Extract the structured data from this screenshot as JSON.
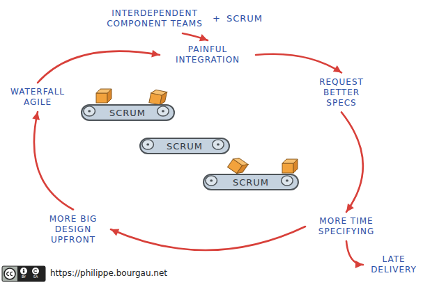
{
  "diagram": {
    "nodes": [
      {
        "text": [
          "INTERDEPENDENT COMPONENT TEAMS",
          "+",
          "SCRUM"
        ]
      },
      {
        "text": [
          "PAINFUL INTEGRATION"
        ]
      },
      {
        "text": [
          "REQUEST BETTER SPECS"
        ]
      },
      {
        "text": [
          "WATERFALL AGILE"
        ]
      },
      {
        "text": [
          "SCRUM"
        ]
      },
      {
        "text": [
          "SCRUM"
        ]
      },
      {
        "text": [
          "SCRUM"
        ]
      },
      {
        "text": [
          "MORE BIG DESIGN UPFRONT"
        ]
      },
      {
        "text": [
          "MORE TIME SPECIFYING"
        ]
      },
      {
        "text": [
          "LATE DELIVERY"
        ]
      }
    ],
    "edges": [
      {
        "from": 0,
        "to": 1,
        "arrow": "to"
      },
      {
        "from": 1,
        "to": 2,
        "arrow": "to"
      },
      {
        "from": 2,
        "to": 8,
        "arrow": "to"
      },
      {
        "from": 8,
        "to": 7,
        "arrow": "to"
      },
      {
        "from": 8,
        "to": 9,
        "arrow": "to"
      },
      {
        "from": 7,
        "to": 3,
        "arrow": "to"
      },
      {
        "from": 3,
        "to": 1,
        "arrow": "to"
      }
    ],
    "labels": [
      "https://philippe.bourgau.net",
      "BY",
      "SA"
    ]
  }
}
